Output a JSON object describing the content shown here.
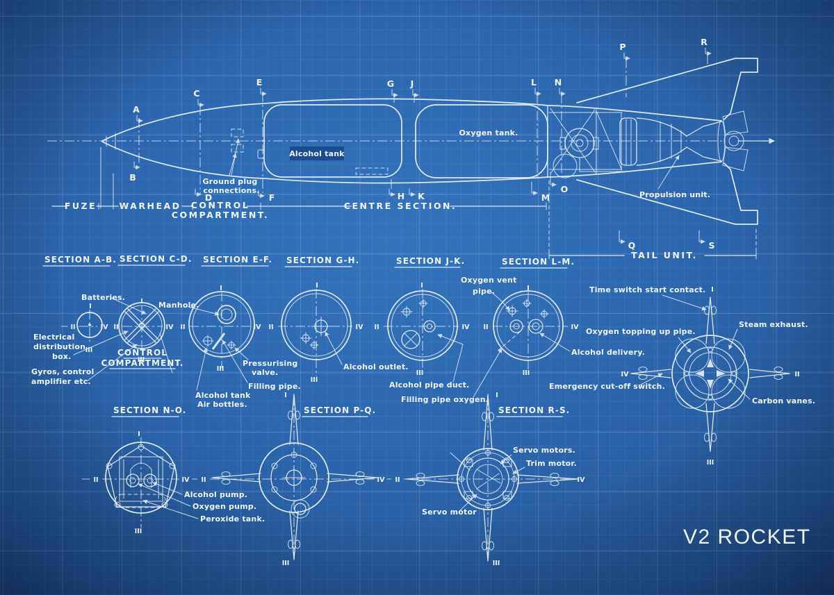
{
  "title": "V2 ROCKET",
  "colors": {
    "background_center": "#3374bd",
    "background_edge": "#16375f",
    "line": "#eaf0f7",
    "label_box": "#1a4a8c"
  },
  "numerals": {
    "i": "I",
    "ii": "II",
    "iii": "III",
    "iv": "IV"
  },
  "markers": {
    "a": "A",
    "b": "B",
    "c": "C",
    "d": "D",
    "e": "E",
    "f": "F",
    "g": "G",
    "h": "H",
    "j": "J",
    "k": "K",
    "l": "L",
    "m": "M",
    "n": "N",
    "o": "O",
    "p": "P",
    "q": "Q",
    "r": "R",
    "s": "S"
  },
  "main_view": {
    "alcohol_tank": "Alcohol tank",
    "oxygen_tank": "Oxygen tank.",
    "ground_plug_1": "Ground plug",
    "ground_plug_2": "connections.",
    "propulsion": "Propulsion unit.",
    "dim_fuze": "FUZE",
    "dim_warhead": "WARHEAD",
    "dim_control_1": "CONTROL",
    "dim_control_2": "COMPARTMENT.",
    "dim_centre": "CENTRE SECTION.",
    "dim_tail": "TAIL UNIT."
  },
  "sections": {
    "ab": {
      "title": "SECTION A-B."
    },
    "cd": {
      "title": "SECTION C-D.",
      "batteries": "Batteries.",
      "electrical_1": "Electrical",
      "electrical_2": "distribution",
      "electrical_3": "box.",
      "gyros_1": "Gyros, control",
      "gyros_2": "amplifier etc.",
      "compartment_1": "CONTROL",
      "compartment_2": "COMPARTMENT."
    },
    "ef": {
      "title": "SECTION E-F.",
      "manhole": "Manhole.",
      "pressurising_1": "Pressurising",
      "pressurising_2": "valve.",
      "filling_pipe": "Filling pipe.",
      "air_bottles_1": "Alcohol tank",
      "air_bottles_2": "Air bottles."
    },
    "gh": {
      "title": "SECTION G-H.",
      "alcohol_outlet": "Alcohol outlet."
    },
    "jk": {
      "title": "SECTION J-K.",
      "oxygen_vent_1": "Oxygen vent",
      "oxygen_vent_2": "pipe.",
      "alcohol_pipe_duct": "Alcohol pipe duct.",
      "filling_pipe_oxygen": "Filling pipe oxygen."
    },
    "lm": {
      "title": "SECTION L-M.",
      "oxygen_topping": "Oxygen topping up pipe.",
      "alcohol_delivery": "Alcohol delivery.",
      "emergency": "Emergency cut-off switch."
    },
    "no": {
      "title": "SECTION N-O.",
      "alcohol_pump": "Alcohol pump.",
      "oxygen_pump": "Oxygen pump.",
      "peroxide_tank": "Peroxide tank."
    },
    "pq": {
      "title": "SECTION P-Q."
    },
    "rs": {
      "title": "SECTION R-S.",
      "servo_motors": "Servo motors.",
      "trim_motor": "Trim motor.",
      "servo_motor": "Servo motor"
    },
    "tail_cross": {
      "time_switch": "Time switch start contact.",
      "steam_exhaust": "Steam exhaust.",
      "carbon_vanes": "Carbon vanes."
    }
  }
}
